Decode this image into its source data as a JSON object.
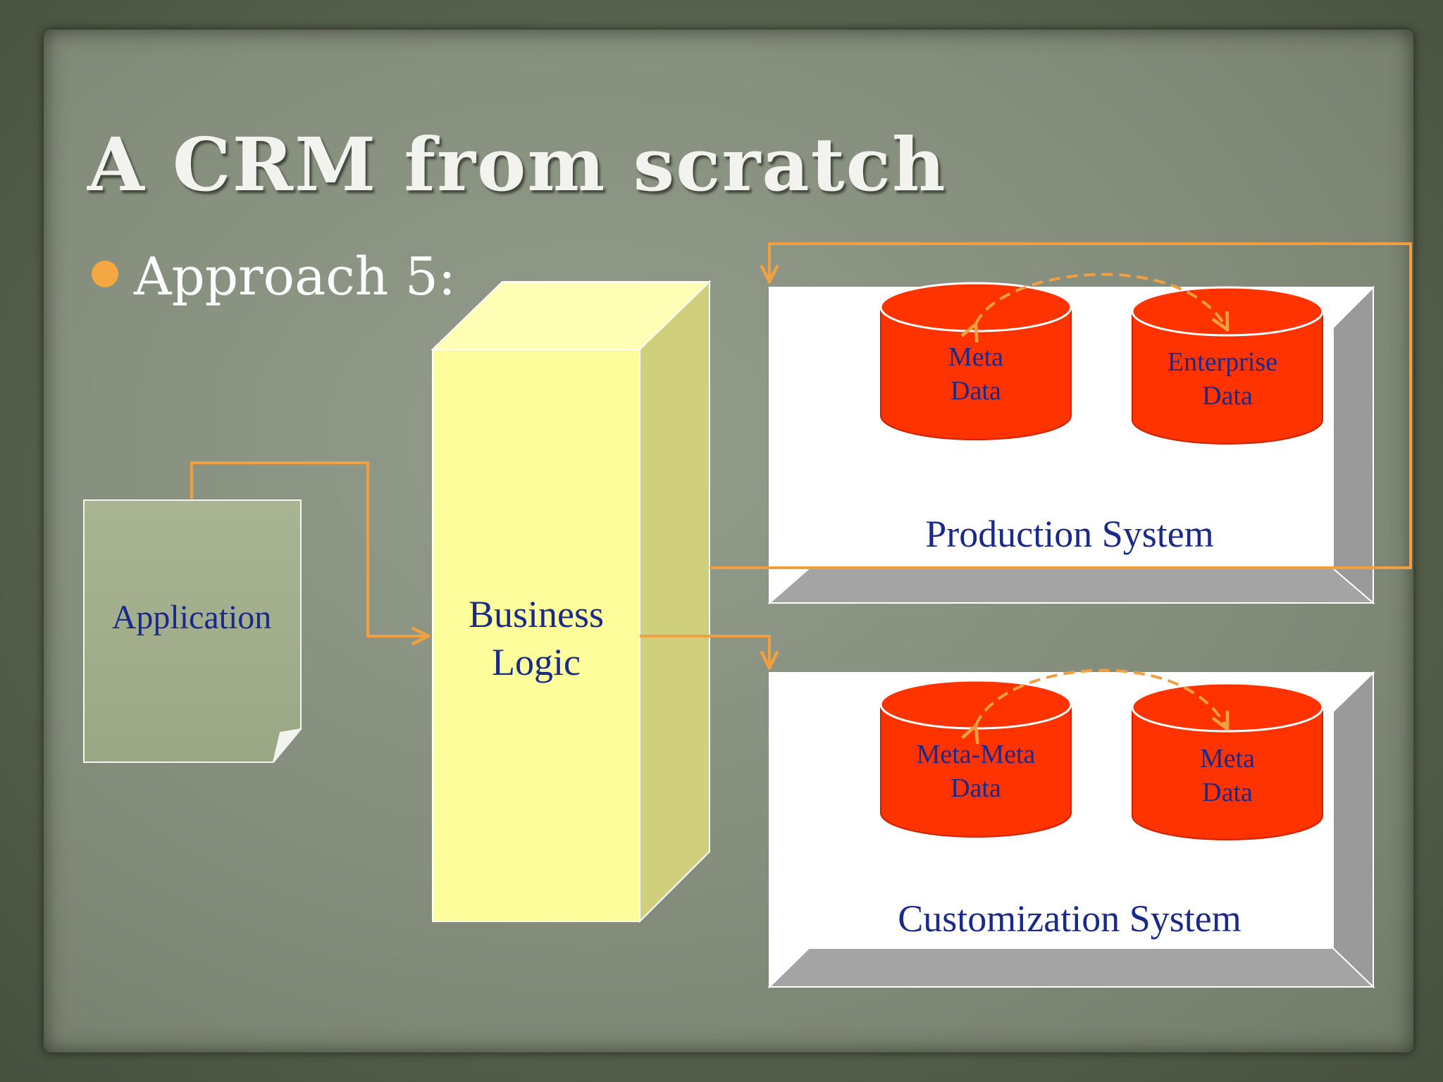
{
  "slide": {
    "title": "A CRM from scratch",
    "bullet": "Approach 5:"
  },
  "diagram": {
    "application_label": "Application",
    "business_logic_label_line1": "Business",
    "business_logic_label_line2": "Logic",
    "production_system": {
      "label": "Production System",
      "databases": [
        {
          "line1": "Meta",
          "line2": "Data"
        },
        {
          "line1": "Enterprise",
          "line2": "Data"
        }
      ]
    },
    "customization_system": {
      "label": "Customization System",
      "databases": [
        {
          "line1": "Meta-Meta",
          "line2": "Data"
        },
        {
          "line1": "Meta",
          "line2": "Data"
        }
      ]
    }
  },
  "colors": {
    "arrow": "#f0a040",
    "database_red": "#ff3300",
    "label_blue": "#1a2a8a",
    "business_logic_yellow": "#fdfd9c",
    "application_green": "#a4b08e"
  }
}
